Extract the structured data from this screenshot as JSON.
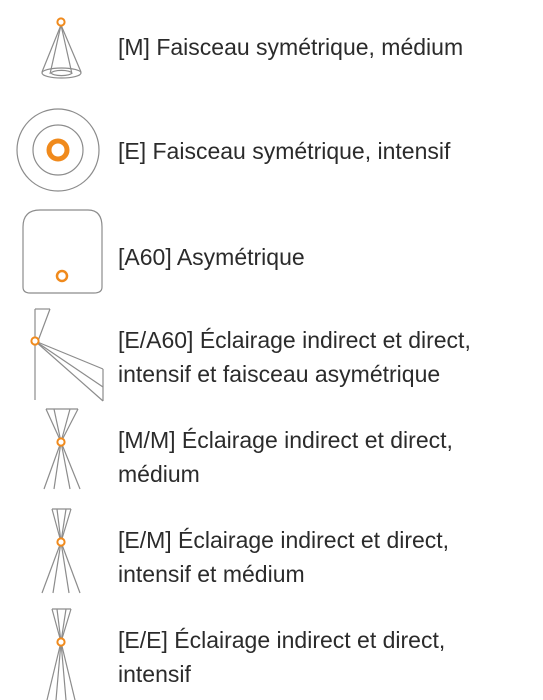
{
  "colors": {
    "accent": "#f08a1c",
    "line": "#8c8c8c",
    "text": "#2b2b2b"
  },
  "legend": [
    {
      "icon": "symmetric-medium-beam-icon",
      "lines": [
        "[M] Faisceau symétrique, médium"
      ]
    },
    {
      "icon": "symmetric-intensive-beam-icon",
      "lines": [
        "[E] Faisceau symétrique, intensif"
      ]
    },
    {
      "icon": "asymmetric-beam-icon",
      "lines": [
        "[A60] Asymétrique"
      ]
    },
    {
      "icon": "indirect-direct-intensive-asymmetric-icon",
      "lines": [
        "[E/A60] Éclairage indirect et direct,",
        "intensif et faisceau asymétrique"
      ]
    },
    {
      "icon": "indirect-direct-medium-icon",
      "lines": [
        "[M/M] Éclairage indirect et direct,",
        "médium"
      ]
    },
    {
      "icon": "indirect-direct-intensive-medium-icon",
      "lines": [
        "[E/M] Éclairage indirect et direct,",
        "intensif et médium"
      ]
    },
    {
      "icon": "indirect-direct-intensive-icon",
      "lines": [
        "[E/E] Éclairage indirect et direct,",
        "intensif"
      ]
    }
  ]
}
